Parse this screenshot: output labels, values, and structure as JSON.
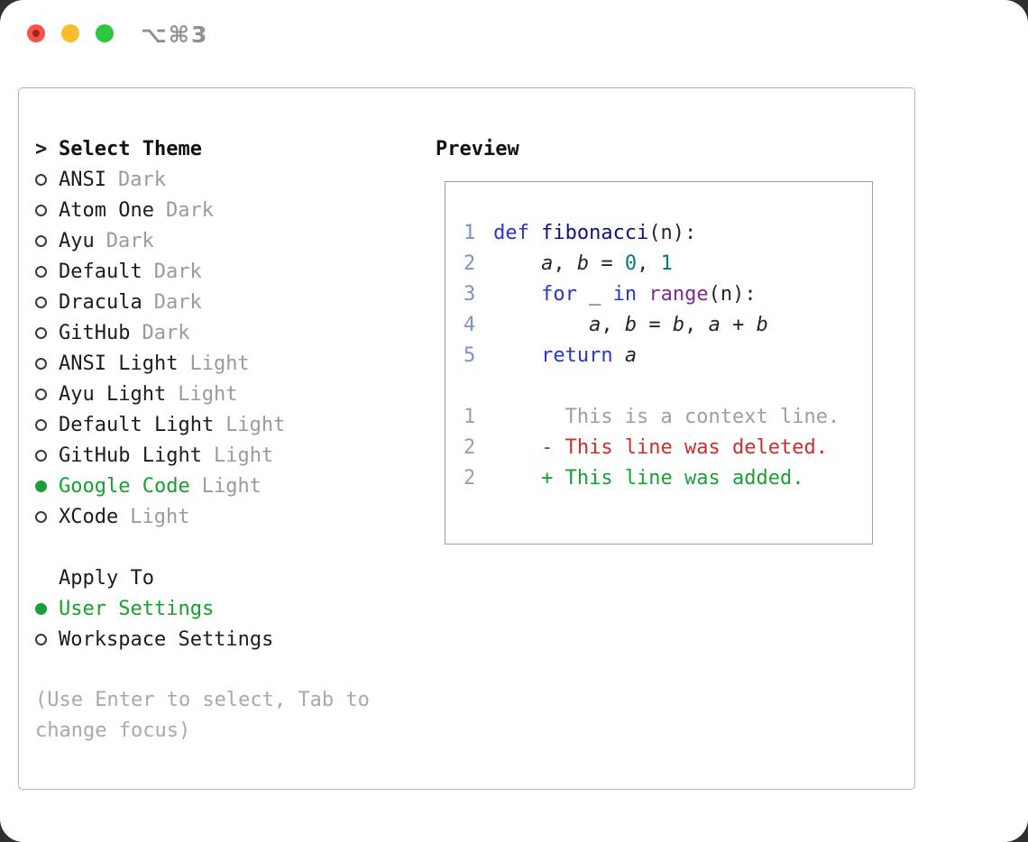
{
  "titlebar": {
    "title": "⌥⌘3",
    "buttons": [
      "close",
      "minimize",
      "zoom"
    ]
  },
  "selector": {
    "prompt": ">",
    "heading": "Select Theme",
    "themes": [
      {
        "name": "ANSI",
        "variant": "Dark",
        "selected": false
      },
      {
        "name": "Atom One",
        "variant": "Dark",
        "selected": false
      },
      {
        "name": "Ayu",
        "variant": "Dark",
        "selected": false
      },
      {
        "name": "Default",
        "variant": "Dark",
        "selected": false
      },
      {
        "name": "Dracula",
        "variant": "Dark",
        "selected": false
      },
      {
        "name": "GitHub",
        "variant": "Dark",
        "selected": false
      },
      {
        "name": "ANSI Light",
        "variant": "Light",
        "selected": false
      },
      {
        "name": "Ayu Light",
        "variant": "Light",
        "selected": false
      },
      {
        "name": "Default Light",
        "variant": "Light",
        "selected": false
      },
      {
        "name": "GitHub Light",
        "variant": "Light",
        "selected": false
      },
      {
        "name": "Google Code",
        "variant": "Light",
        "selected": true
      },
      {
        "name": "XCode",
        "variant": "Light",
        "selected": false
      }
    ],
    "apply_heading": "Apply To",
    "apply_options": [
      {
        "label": "User Settings",
        "selected": true
      },
      {
        "label": "Workspace Settings",
        "selected": false
      }
    ],
    "help": "(Use Enter to select, Tab to change focus)"
  },
  "preview": {
    "heading": "Preview",
    "code_lines": [
      {
        "num": "1",
        "tokens": [
          {
            "t": "def ",
            "c": "kw"
          },
          {
            "t": "fibonacci",
            "c": "fn"
          },
          {
            "t": "(n):",
            "c": "pl"
          }
        ]
      },
      {
        "num": "2",
        "tokens": [
          {
            "t": "    ",
            "c": "pl"
          },
          {
            "t": "a",
            "c": "var"
          },
          {
            "t": ", ",
            "c": "pl"
          },
          {
            "t": "b",
            "c": "var"
          },
          {
            "t": " = ",
            "c": "pl"
          },
          {
            "t": "0",
            "c": "lit"
          },
          {
            "t": ", ",
            "c": "pl"
          },
          {
            "t": "1",
            "c": "lit"
          }
        ]
      },
      {
        "num": "3",
        "tokens": [
          {
            "t": "    ",
            "c": "pl"
          },
          {
            "t": "for",
            "c": "kw"
          },
          {
            "t": " _ ",
            "c": "pl"
          },
          {
            "t": "in",
            "c": "kw"
          },
          {
            "t": " ",
            "c": "pl"
          },
          {
            "t": "range",
            "c": "typ"
          },
          {
            "t": "(n):",
            "c": "pl"
          }
        ]
      },
      {
        "num": "4",
        "tokens": [
          {
            "t": "        ",
            "c": "pl"
          },
          {
            "t": "a",
            "c": "var"
          },
          {
            "t": ", ",
            "c": "pl"
          },
          {
            "t": "b",
            "c": "var"
          },
          {
            "t": " = ",
            "c": "pl"
          },
          {
            "t": "b",
            "c": "var"
          },
          {
            "t": ", ",
            "c": "pl"
          },
          {
            "t": "a",
            "c": "var"
          },
          {
            "t": " + ",
            "c": "pl"
          },
          {
            "t": "b",
            "c": "var"
          }
        ]
      },
      {
        "num": "5",
        "tokens": [
          {
            "t": "    ",
            "c": "pl"
          },
          {
            "t": "return",
            "c": "kw"
          },
          {
            "t": " ",
            "c": "pl"
          },
          {
            "t": "a",
            "c": "var"
          }
        ]
      }
    ],
    "diff_lines": [
      {
        "num": "1",
        "text": "      This is a context line.",
        "type": "context"
      },
      {
        "num": "2",
        "text": "    - This line was deleted.",
        "type": "deleted"
      },
      {
        "num": "2",
        "text": "    + This line was added.",
        "type": "added"
      }
    ]
  },
  "colors": {
    "selected_green": "#17a02e",
    "added_green": "#1a9f37",
    "deleted_red": "#c9302c",
    "context_gray": "#9aa0a6",
    "keyword_blue": "#2438cf",
    "type_purple": "#7b2d8b",
    "literal_teal": "#0a7b72",
    "line_number_blue": "#7e93c4",
    "suffix_gray": "#9a9aa0",
    "help_gray": "#a9a9ad",
    "traffic_red": "#f4544c",
    "traffic_yellow": "#fdbc2e",
    "traffic_green": "#2bc840"
  }
}
